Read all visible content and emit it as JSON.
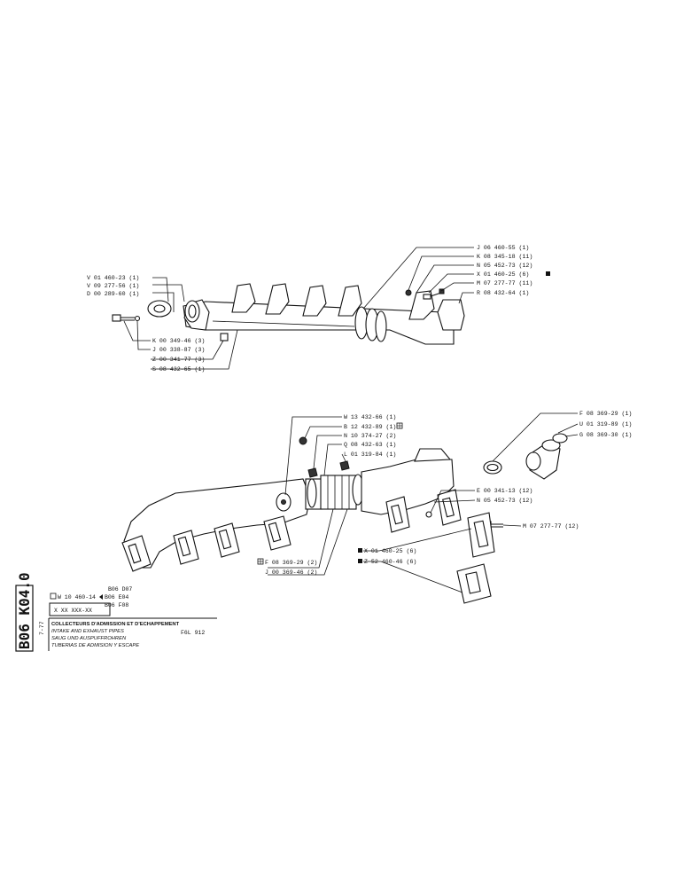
{
  "upper_assembly": {
    "callouts_left": [
      "V 01 460-23 (1)",
      "V 09 277-56 (1)",
      "D 00 289-60 (1)"
    ],
    "callouts_bottom": [
      "K 00 349-46 (3)",
      "J 00 338-87 (3)",
      "Z 00 341-77 (3)",
      "S 08 432-65 (1)"
    ],
    "callouts_right": [
      "J 06 460-55 (1)",
      "K 08 345-18 (11)",
      "N 05 452-73 (12)",
      "X 01 460-25 (6)",
      "M 07 277-77 (11)",
      "R 08 432-64 (1)"
    ]
  },
  "lower_assembly": {
    "callouts_top": [
      "W 13 432-66 (1)",
      "B 12 432-89 (1)",
      "N 10 374-27 (2)",
      "Q 08 432-63 (1)",
      "L 01 319-84 (1)"
    ],
    "callouts_top_right": [
      "F 08 369-29 (1)",
      "U 01 319-89 (1)",
      "G 08 369-30 (1)"
    ],
    "callouts_mid_right": [
      "E 00 341-13 (12)",
      "N 05 452-73 (12)",
      "M 07 277-77 (12)"
    ],
    "callouts_bottom_right": [
      "X 01 460-25 (6)",
      "Z 52 460-46 (6)"
    ],
    "callouts_bottom_left": [
      "F 08 369-29 (2)",
      "J 00 369-46 (2)"
    ]
  },
  "title_block": {
    "page_code": "B06 K04.0",
    "date": "7-77",
    "ref_top": "B06 D07",
    "ref_w": "W 10 460-14",
    "ref_e": "B06 E04",
    "ref_f": "B06 F08",
    "code_pattern": "X  XX  XXX-XX",
    "title_fr": "COLLECTEURS D'ADMISSION ET D'ECHAPPEMENT",
    "title_en": "INTAKE AND EXHAUST PIPES",
    "title_de": "SAUG UND AUSPUFFROHREN",
    "title_es": "TUBERIAS DE ADMISION Y ESCAPE",
    "model": "F6L 912"
  }
}
